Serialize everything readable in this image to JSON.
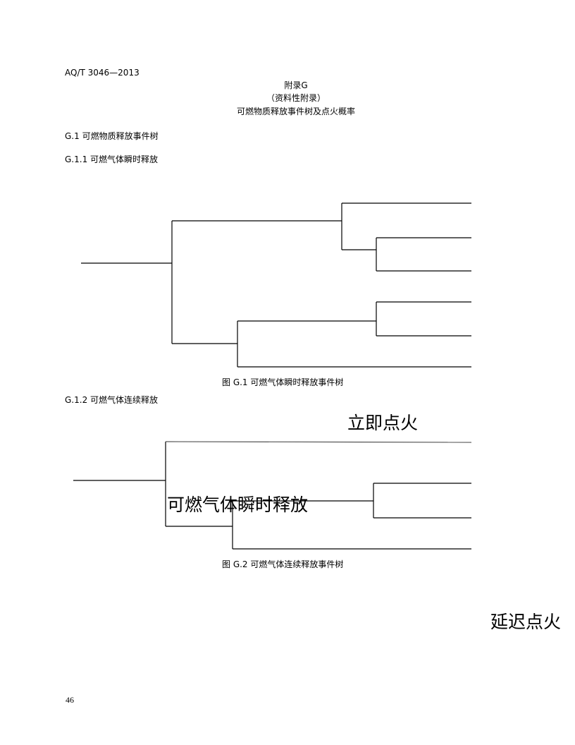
{
  "header": {
    "standard_number": "AQ/T 3046—2013"
  },
  "appendix": {
    "title": "附录G",
    "type": "（资料性附录）",
    "subtitle": "可燃物质释放事件树及点火概率"
  },
  "sections": {
    "g1": "G.1 可燃物质释放事件树",
    "g11": "G.1.1 可燃气体瞬时释放",
    "g12": "G.1.2 可燃气体连续释放"
  },
  "figures": {
    "fig1_caption": "图 G.1   可燃气体瞬时释放事件树",
    "fig2_caption": "图 G.2   可燃气体连续释放事件树"
  },
  "overlay_labels": {
    "immediate_ignition": "立即点火",
    "instant_release": "可燃气体瞬时释放",
    "delayed_ignition": "延迟点火"
  },
  "footer": {
    "page_number": "46"
  }
}
